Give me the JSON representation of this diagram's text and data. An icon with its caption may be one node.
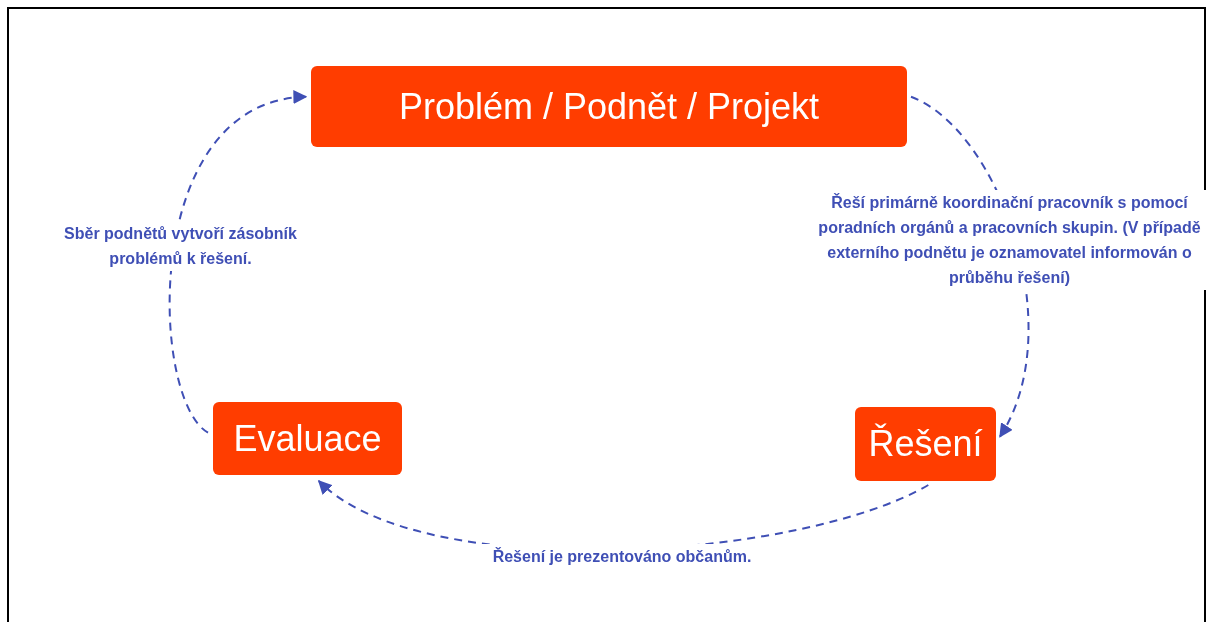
{
  "diagram": {
    "nodes": [
      {
        "text": [
          "Problém / Podnět / Projekt"
        ]
      },
      {
        "text": [
          "Řešení"
        ]
      },
      {
        "text": [
          "Evaluace"
        ]
      }
    ],
    "edges": [
      {
        "from": 0,
        "to": 1,
        "arrow": "to",
        "style": "dashed",
        "label": "Řeší primárně koordinační pracovník s pomocí poradních orgánů a pracovních skupin. (V případě externího podnětu je oznamovatel informován o průběhu řešení)"
      },
      {
        "from": 1,
        "to": 2,
        "arrow": "to",
        "style": "dashed",
        "label": "Řešení je prezentováno občanům."
      },
      {
        "from": 2,
        "to": 0,
        "arrow": "to",
        "style": "dashed",
        "label": "Sběr podnětů vytvoří zásobník problémů k řešení."
      }
    ]
  }
}
